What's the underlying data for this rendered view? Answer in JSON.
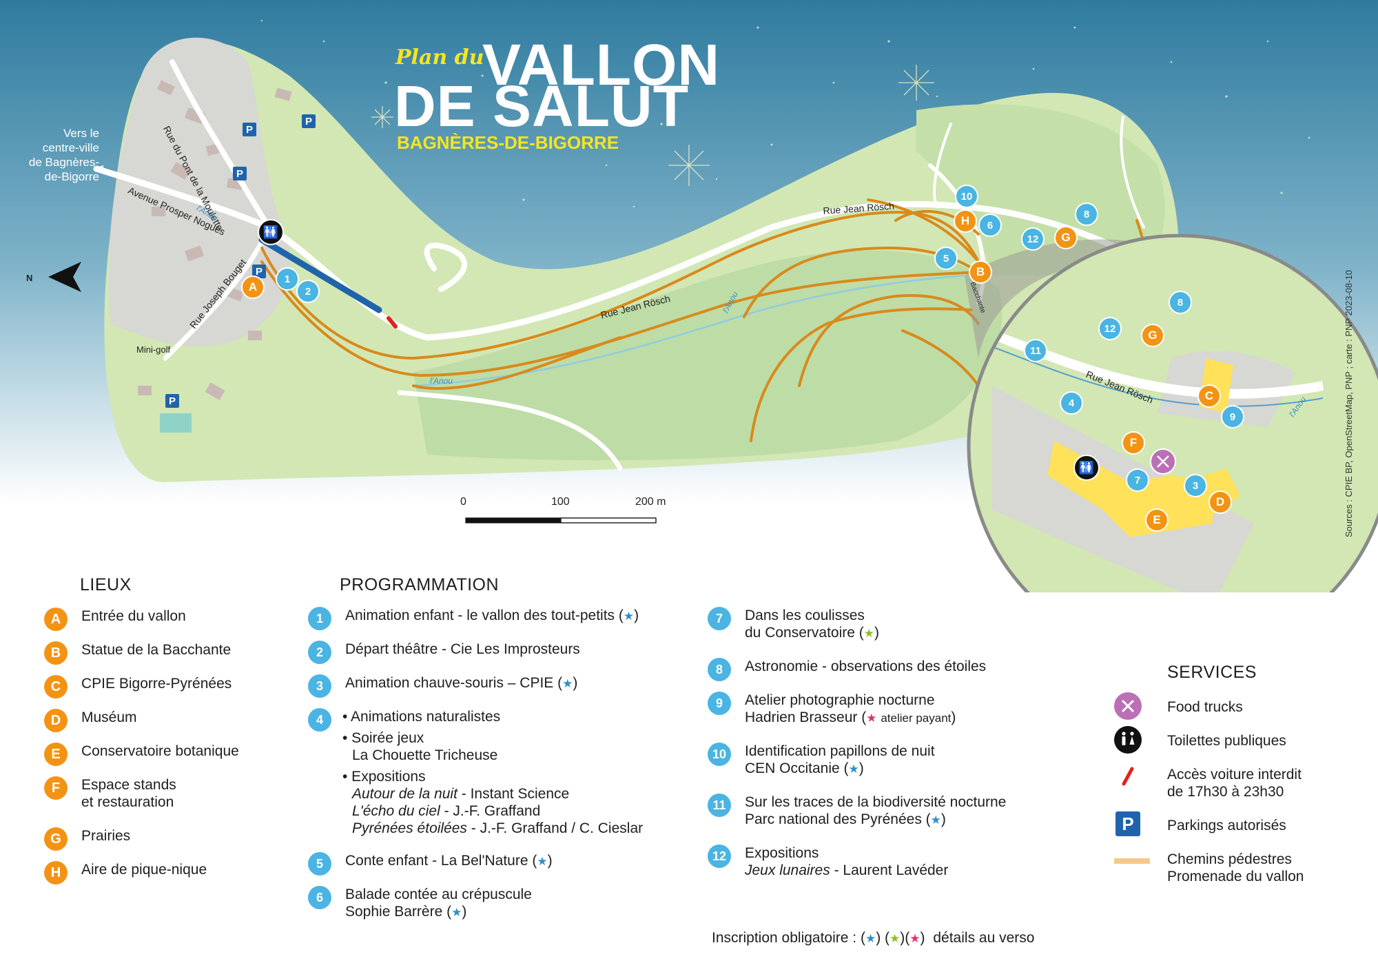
{
  "title": {
    "prefix": "Plan du",
    "line1": "VALLON",
    "line2": "DE SALUT",
    "subtitle": "BAGNÈRES-DE-BIGORRE"
  },
  "map_labels": {
    "vers": [
      "Vers le",
      "centre-ville",
      "de Bagnères-",
      "de-Bigorre"
    ],
    "rue_pont": "Rue du Pont de la Moulette",
    "avenue": "Avenue Prosper Nogues",
    "rue_joseph": "Rue Joseph Bouget",
    "rue_jean_1": "Rue Jean Rösch",
    "rue_jean_2": "Rue Jean Rösch",
    "rue_jean_zoom": "Rue Jean Rösch",
    "mini_golf": "Mini-golf",
    "anou_1": "l'Anou",
    "anou_2": "l'Anou",
    "anou_3": "l'Anou",
    "anou_zoom": "l'Anou",
    "bacchante": "Bacchante",
    "north": "N",
    "parking_symbol": "P",
    "credits": "Sources : CPIE BP, OpenStreetMap, PNP ; carte : PNP 2023-08-10"
  },
  "scale": {
    "labels": [
      "0",
      "100",
      "200 m"
    ]
  },
  "map_markers": {
    "main": [
      {
        "label": "A",
        "kind": "place"
      },
      {
        "label": "1",
        "kind": "program"
      },
      {
        "label": "2",
        "kind": "program"
      },
      {
        "label": "10",
        "kind": "program"
      },
      {
        "label": "H",
        "kind": "place"
      },
      {
        "label": "6",
        "kind": "program"
      },
      {
        "label": "8",
        "kind": "program"
      },
      {
        "label": "12",
        "kind": "program"
      },
      {
        "label": "G",
        "kind": "place"
      },
      {
        "label": "5",
        "kind": "program"
      },
      {
        "label": "B",
        "kind": "place"
      }
    ],
    "zoom": [
      {
        "label": "8",
        "kind": "program"
      },
      {
        "label": "12",
        "kind": "program"
      },
      {
        "label": "G",
        "kind": "place"
      },
      {
        "label": "11",
        "kind": "program"
      },
      {
        "label": "C",
        "kind": "place"
      },
      {
        "label": "9",
        "kind": "program"
      },
      {
        "label": "4",
        "kind": "program"
      },
      {
        "label": "F",
        "kind": "place"
      },
      {
        "label": "7",
        "kind": "program"
      },
      {
        "label": "3",
        "kind": "program"
      },
      {
        "label": "D",
        "kind": "place"
      },
      {
        "label": "E",
        "kind": "place"
      }
    ]
  },
  "lieux": {
    "title": "LIEUX",
    "items": [
      {
        "badge": "A",
        "lines": [
          "Entrée du vallon"
        ]
      },
      {
        "badge": "B",
        "lines": [
          "Statue de la Bacchante"
        ]
      },
      {
        "badge": "C",
        "lines": [
          "CPIE Bigorre-Pyrénées"
        ]
      },
      {
        "badge": "D",
        "lines": [
          "Muséum"
        ]
      },
      {
        "badge": "E",
        "lines": [
          "Conservatoire botanique"
        ]
      },
      {
        "badge": "F",
        "lines": [
          "Espace stands",
          "et restauration"
        ]
      },
      {
        "badge": "G",
        "lines": [
          "Prairies"
        ]
      },
      {
        "badge": "H",
        "lines": [
          "Aire de pique-nique"
        ]
      }
    ]
  },
  "programmation": {
    "title": "PROGRAMMATION",
    "items": [
      {
        "badge": "1",
        "line1": "Animation enfant - le vallon des tout-petits"
      },
      {
        "badge": "2",
        "line1": "Départ théâtre - Cie Les Improsteurs"
      },
      {
        "badge": "3",
        "line1": "Animation chauve-souris – CPIE"
      },
      {
        "badge": "4",
        "b1": "• Animations naturalistes",
        "b2": "• Soirée jeux",
        "b2b": "La Chouette Tricheuse",
        "b3": "• Expositions",
        "e1t": "Autour de la nuit",
        "e1a": " - Instant Science",
        "e2t": "L'écho du ciel",
        "e2a": " - J.-F. Graffand",
        "e3t": "Pyrénées étoilées",
        "e3a": " - J.-F. Graffand / C. Cieslar"
      },
      {
        "badge": "5",
        "line1": "Conte enfant - La Bel'Nature"
      },
      {
        "badge": "6",
        "line1": "Balade contée au crépuscule",
        "line2": "Sophie Barrère"
      },
      {
        "badge": "7",
        "line1": "Dans les coulisses",
        "line2": "du Conservatoire"
      },
      {
        "badge": "8",
        "line1": "Astronomie - observations des étoiles"
      },
      {
        "badge": "9",
        "line1": "Atelier photographie nocturne",
        "line2": "Hadrien Brasseur",
        "note": "atelier payant"
      },
      {
        "badge": "10",
        "line1": "Identification papillons de nuit",
        "line2": "CEN Occitanie"
      },
      {
        "badge": "11",
        "line1": "Sur les traces de la biodiversité nocturne",
        "line2": "Parc national des Pyrénées"
      },
      {
        "badge": "12",
        "line1": "Expositions",
        "line2t": "Jeux lunaires",
        "line2a": " - Laurent Lavéder"
      }
    ]
  },
  "services": {
    "title": "SERVICES",
    "items": [
      {
        "icon": "food-truck-icon",
        "lines": [
          "Food trucks"
        ]
      },
      {
        "icon": "toilet-icon",
        "lines": [
          "Toilettes publiques"
        ]
      },
      {
        "icon": "no-car-icon",
        "lines": [
          "Accès voiture interdit",
          "de 17h30 à 23h30"
        ]
      },
      {
        "icon": "parking-icon",
        "symbol": "P",
        "lines": [
          "Parkings autorisés"
        ]
      },
      {
        "icon": "path-icon",
        "lines": [
          "Chemins pédestres",
          "Promenade du vallon"
        ]
      }
    ]
  },
  "inscription": {
    "label": "Inscription obligatoire :",
    "suffix": "détails au verso"
  },
  "colors": {
    "sky_top": "#2f7b9f",
    "sky_bottom": "#ffffff",
    "meadow": "#d2e7b4",
    "forest": "#bedca6",
    "town": "#d7d7d3",
    "path": "#d88a1b",
    "place_badge": "#f39314",
    "program_badge": "#4ab4e3",
    "title_yellow": "#f7e51f",
    "parking_blue": "#1f64ab",
    "no_car_red": "#e2231a",
    "food_truck": "#bb6fb5",
    "star_blue": "#2f8fc6",
    "star_green": "#8cbf26",
    "star_pink": "#e02f73"
  }
}
